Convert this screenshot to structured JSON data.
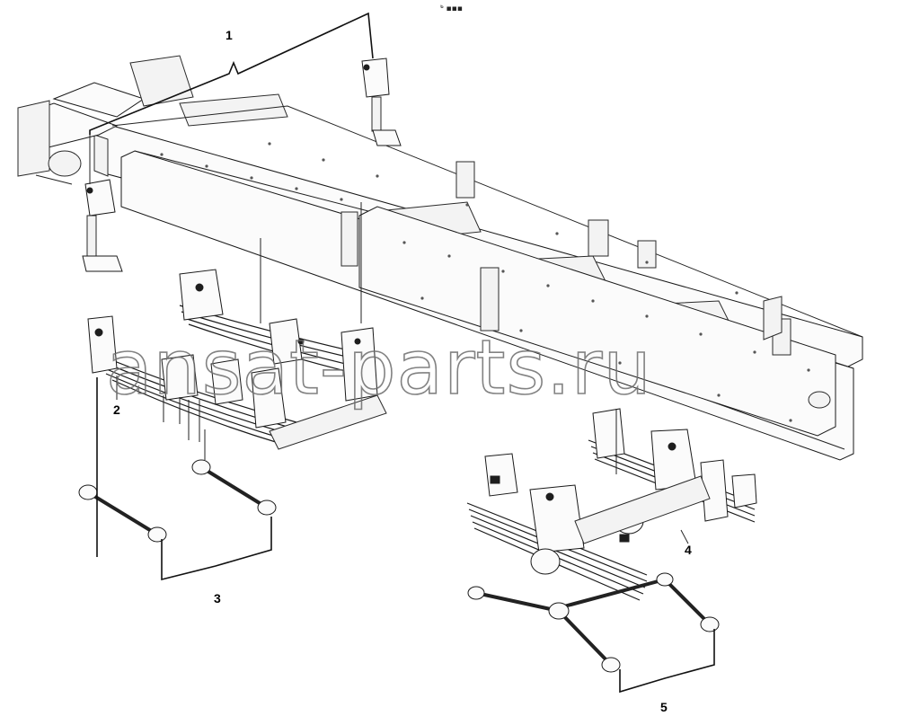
{
  "header": {
    "mark": "ᒃ ▪▪▪"
  },
  "callouts": [
    {
      "id": 1,
      "label": "1"
    },
    {
      "id": 2,
      "label": "2"
    },
    {
      "id": 3,
      "label": "3"
    },
    {
      "id": 4,
      "label": "4"
    },
    {
      "id": 5,
      "label": "5"
    }
  ],
  "watermark": {
    "text": "ansat-parts.ru"
  }
}
